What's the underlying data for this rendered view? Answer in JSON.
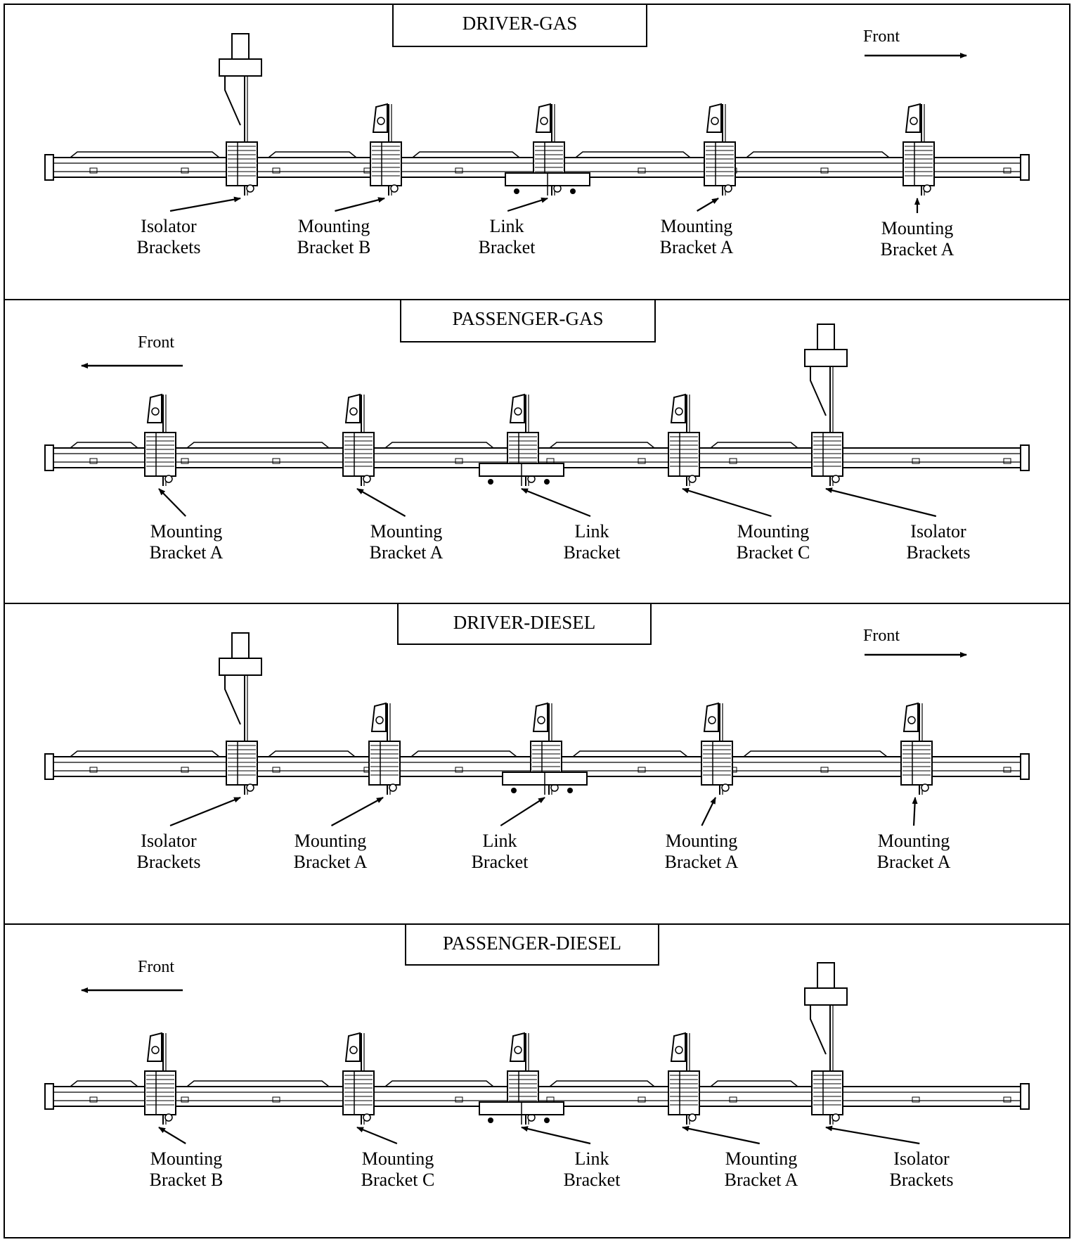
{
  "panels": [
    {
      "title": "DRIVER-GAS",
      "front": "Front",
      "front_direction": "right",
      "isolator_slot": 0,
      "brackets": [
        {
          "line1": "Isolator",
          "line2": "Brackets"
        },
        {
          "line1": "Mounting",
          "line2": "Bracket B"
        },
        {
          "line1": "Link",
          "line2": "Bracket"
        },
        {
          "line1": "Mounting",
          "line2": "Bracket A"
        },
        {
          "line1": "Mounting",
          "line2": "Bracket A"
        }
      ]
    },
    {
      "title": "PASSENGER-GAS",
      "front": "Front",
      "front_direction": "left",
      "isolator_slot": 4,
      "brackets": [
        {
          "line1": "Mounting",
          "line2": "Bracket A"
        },
        {
          "line1": "Mounting",
          "line2": "Bracket A"
        },
        {
          "line1": "Link",
          "line2": "Bracket"
        },
        {
          "line1": "Mounting",
          "line2": "Bracket C"
        },
        {
          "line1": "Isolator",
          "line2": "Brackets"
        }
      ]
    },
    {
      "title": "DRIVER-DIESEL",
      "front": "Front",
      "front_direction": "right",
      "isolator_slot": 0,
      "brackets": [
        {
          "line1": "Isolator",
          "line2": "Brackets"
        },
        {
          "line1": "Mounting",
          "line2": "Bracket A"
        },
        {
          "line1": "Link",
          "line2": "Bracket"
        },
        {
          "line1": "Mounting",
          "line2": "Bracket A"
        },
        {
          "line1": "Mounting",
          "line2": "Bracket A"
        }
      ]
    },
    {
      "title": "PASSENGER-DIESEL",
      "front": "Front",
      "front_direction": "left",
      "isolator_slot": 4,
      "brackets": [
        {
          "line1": "Mounting",
          "line2": "Bracket B"
        },
        {
          "line1": "Mounting",
          "line2": "Bracket C"
        },
        {
          "line1": "Link",
          "line2": "Bracket"
        },
        {
          "line1": "Mounting",
          "line2": "Bracket A"
        },
        {
          "line1": "Isolator",
          "line2": "Brackets"
        }
      ]
    }
  ]
}
